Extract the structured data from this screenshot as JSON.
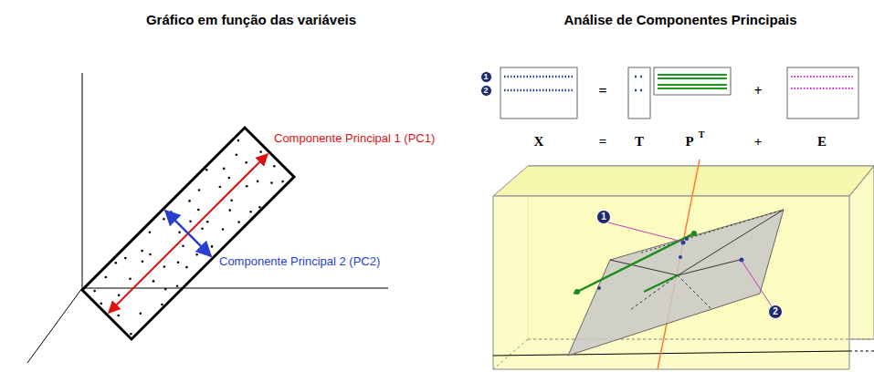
{
  "diagram": {
    "nodes": [
      {
        "text": [
          "1"
        ]
      },
      {
        "text": [
          "2"
        ]
      },
      {
        "text": [
          "1"
        ]
      },
      {
        "text": [
          "2"
        ]
      }
    ],
    "labels": [
      "Gráfico em função das variáveis",
      "Análise de Componentes Principais",
      "Componente Principal 1 (PC1)",
      "Componente Principal 2 (PC2)",
      "=",
      "+",
      "X",
      "=",
      "T",
      "P",
      "T",
      "+",
      "E"
    ]
  }
}
